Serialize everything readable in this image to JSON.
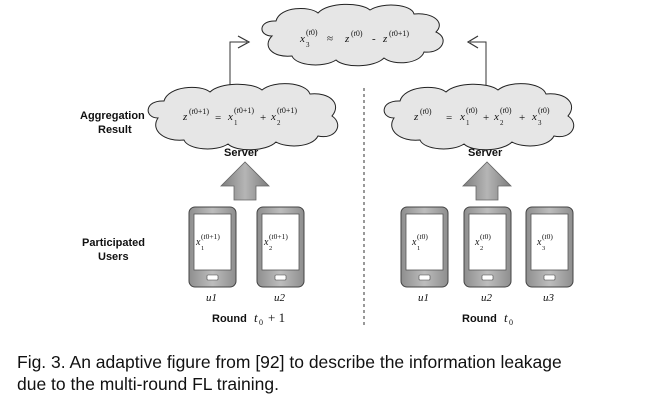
{
  "figure": {
    "caption_line1": "Fig. 3. An adaptive figure from [92] to describe the information leakage",
    "caption_line2": "due to the multi-round FL training.",
    "labels": {
      "aggregation_line1": "Aggregation",
      "aggregation_line2": "Result",
      "participated_line1": "Participated",
      "participated_line2": "Users",
      "server_left": "Server",
      "server_right": "Server",
      "round_left": "Round",
      "round_right": "Round"
    },
    "users": {
      "left": [
        "u1",
        "u2"
      ],
      "right": [
        "u1",
        "u2",
        "u3"
      ]
    },
    "colors": {
      "cloud_fill": "#e6e6e6",
      "phone_fill": "#a8a8a8",
      "arrow_fill": "#9a9a9a"
    }
  }
}
